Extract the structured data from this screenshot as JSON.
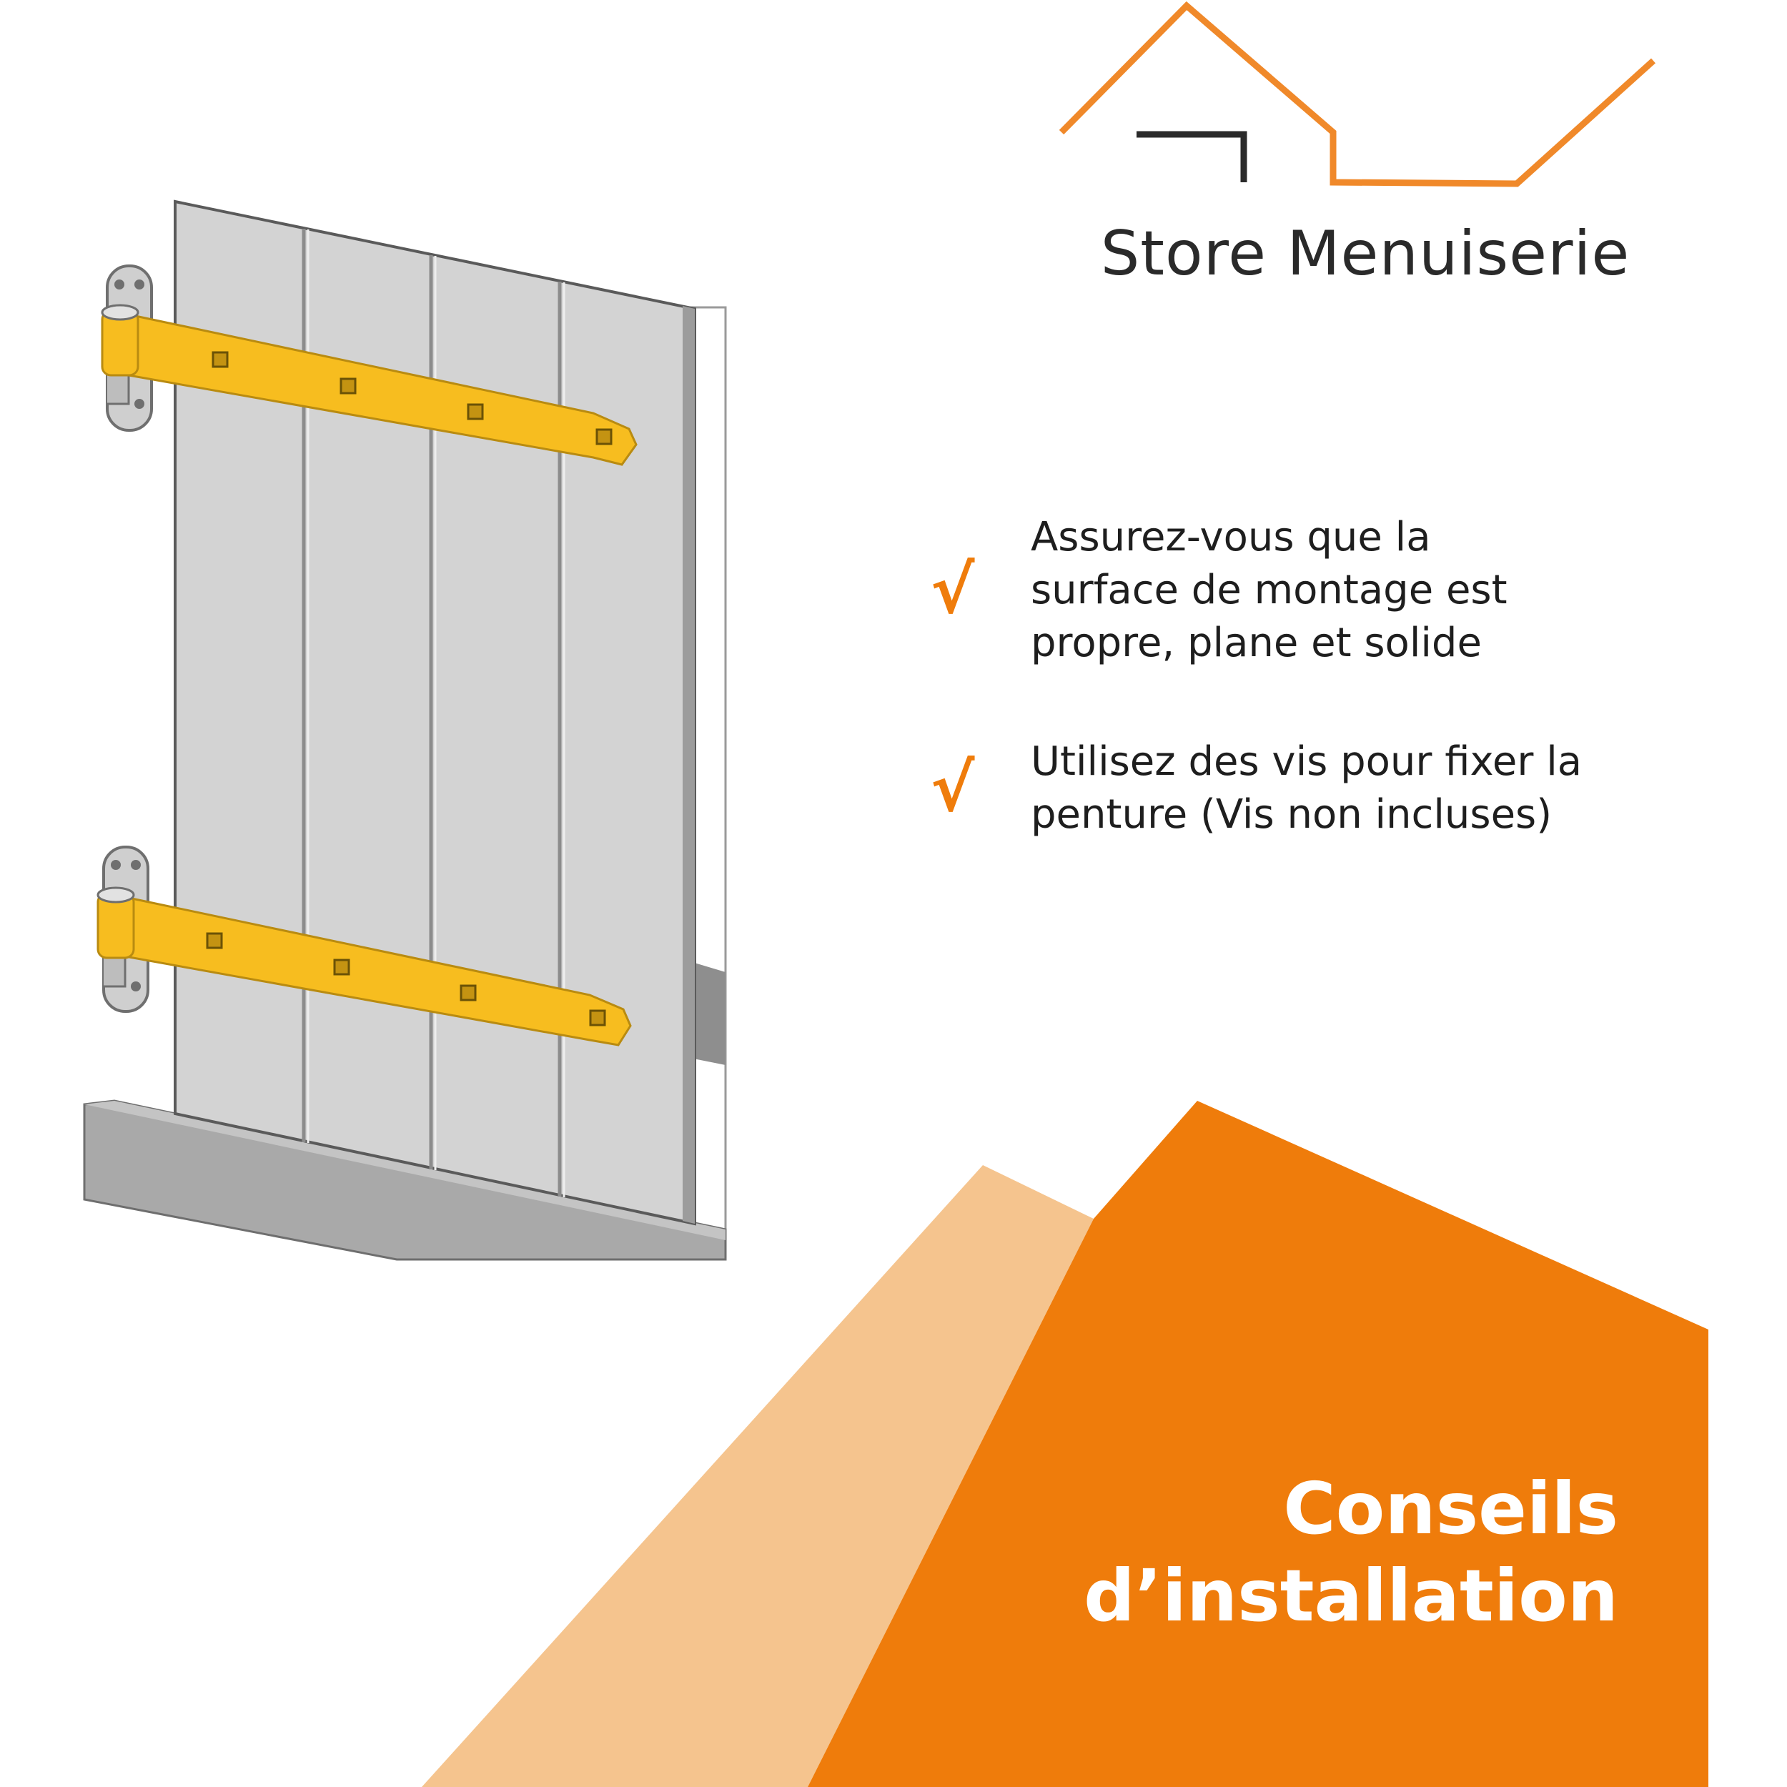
{
  "brand": {
    "name": "Store Menuiserie",
    "colors": {
      "accent": "#ef7c0b",
      "accent_light": "#f5c48e",
      "text_dark": "#2a2a2a"
    }
  },
  "illustration": {
    "subject": "shutter-with-hinges-icon"
  },
  "tips": [
    {
      "text": "Assurez-vous que la surface de montage est propre, plane et solide",
      "icon": "check-icon"
    },
    {
      "text": "Utilisez des vis pour fixer la penture (Vis non incluses)",
      "icon": "check-icon"
    }
  ],
  "headline": {
    "line1": "Conseils",
    "line2": "d’installation"
  },
  "check_glyph": "√"
}
